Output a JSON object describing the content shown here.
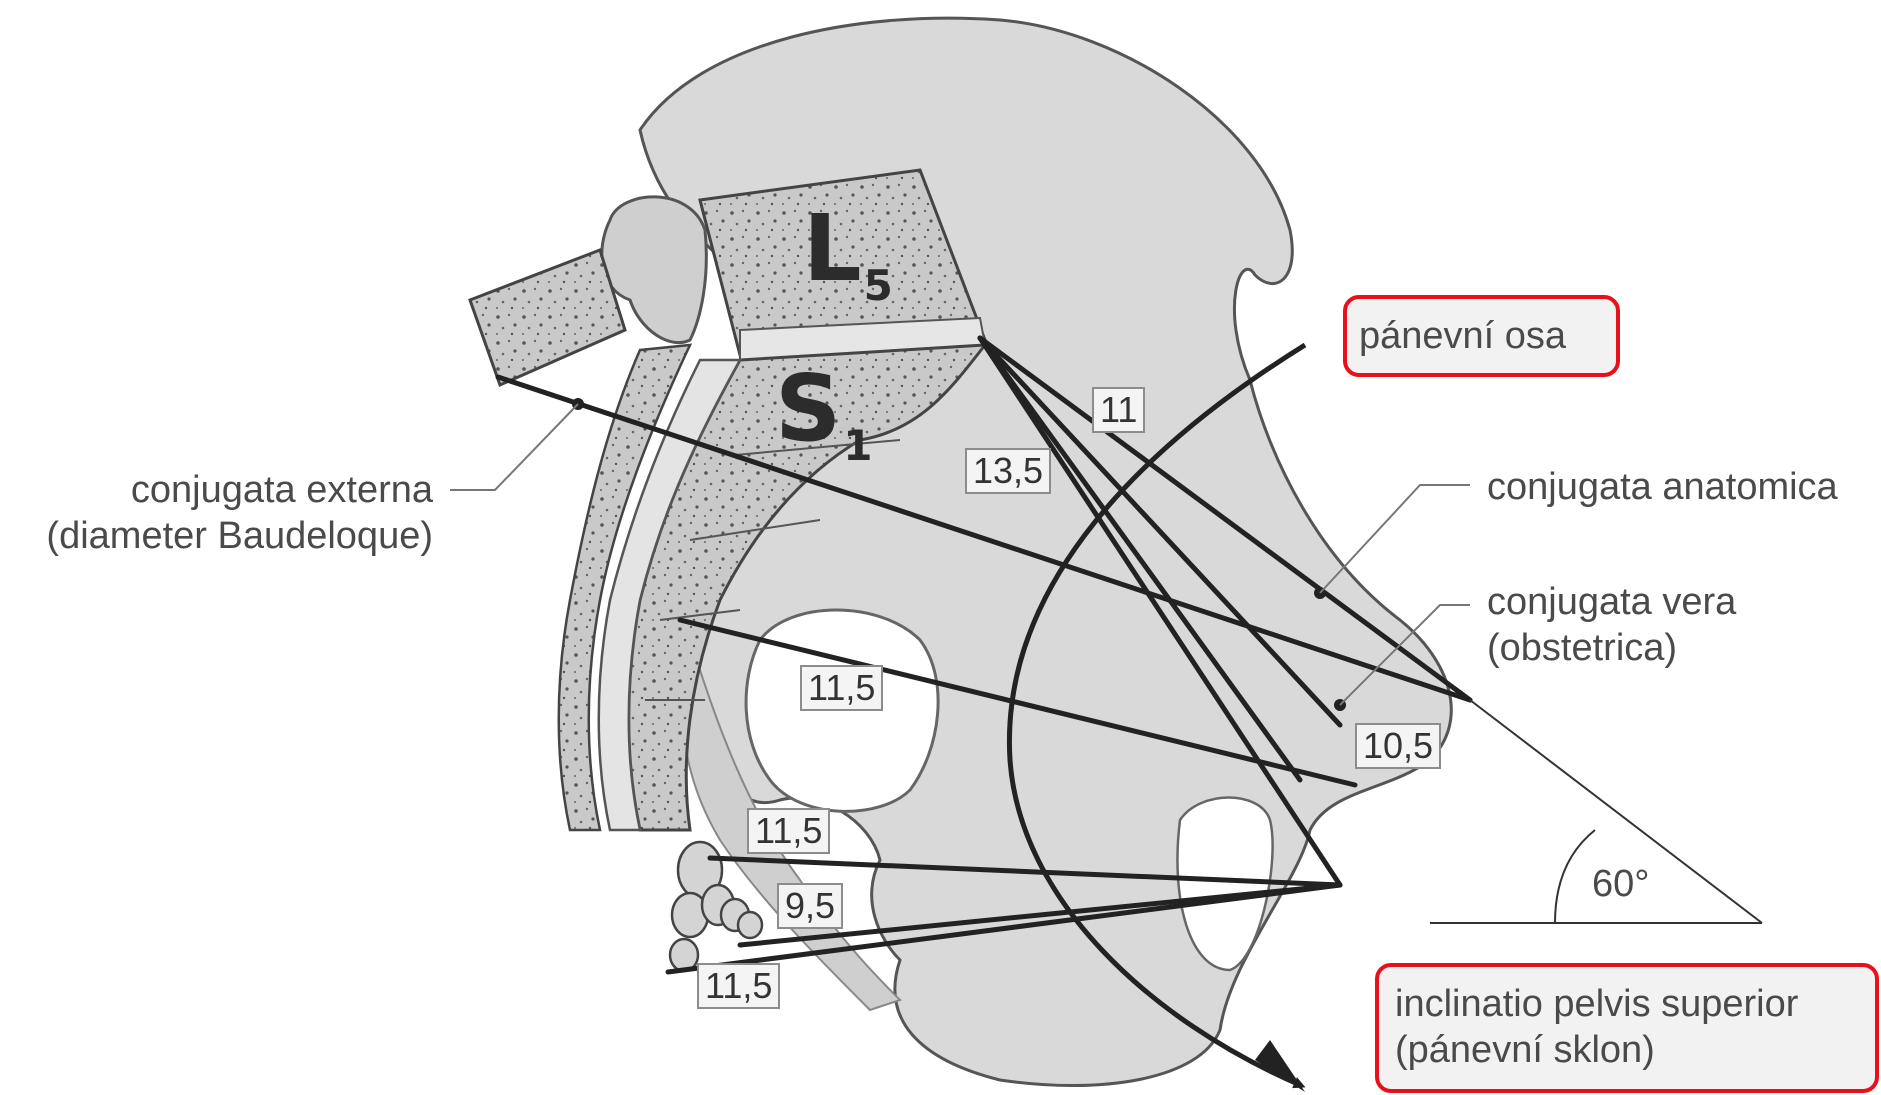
{
  "vertebrae": {
    "l5": {
      "letter": "L",
      "sub": "5"
    },
    "s1": {
      "letter": "S",
      "sub": "1"
    }
  },
  "labels": {
    "conjugata_externa": "conjugata externa",
    "diameter_baudeloque": "(diameter Baudeloque)",
    "conjugata_anatomica": "conjugata anatomica",
    "conjugata_vera": "conjugata vera",
    "obstetrica": "(obstetrica)",
    "angle": "60°"
  },
  "callouts": {
    "panevni_osa": "pánevní osa",
    "inclinatio_line1": "inclinatio pelvis superior",
    "inclinatio_line2": "(pánevní sklon)"
  },
  "measurements": {
    "m11": "11",
    "m13_5": "13,5",
    "m11_5_upper": "11,5",
    "m10_5": "10,5",
    "m11_5_mid": "11,5",
    "m9_5": "9,5",
    "m11_5_lower": "11,5"
  },
  "colors": {
    "highlight": "#e8101a",
    "bone": "#d9d9d9",
    "line": "#222222"
  }
}
